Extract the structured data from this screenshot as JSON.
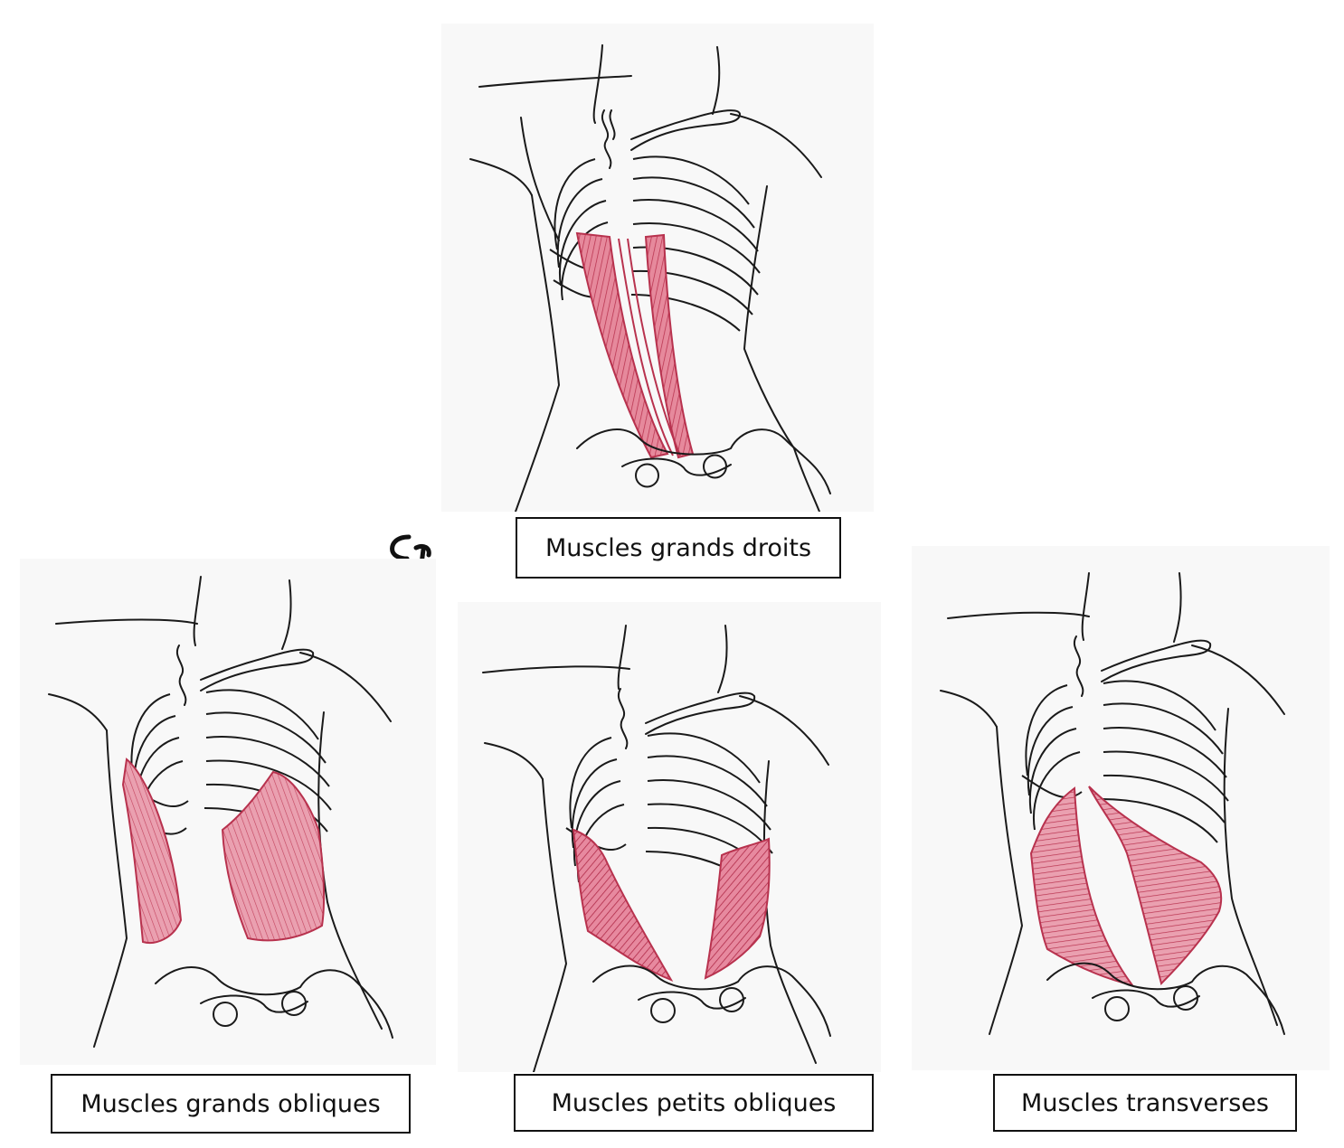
{
  "panels": {
    "rectus": {
      "label": "Muscles grands droits"
    },
    "external_oblique": {
      "label": "Muscles grands obliques"
    },
    "internal_oblique": {
      "label": "Muscles petits obliques"
    },
    "transverse": {
      "label": "Muscles transverses"
    }
  },
  "colors": {
    "muscle": "#d9536f",
    "muscle_hatch": "#b8324e",
    "line": "#1a1a1a",
    "panel_bg": "#f8f8f8"
  },
  "logo": {
    "icon": "ef-monogram-icon"
  }
}
